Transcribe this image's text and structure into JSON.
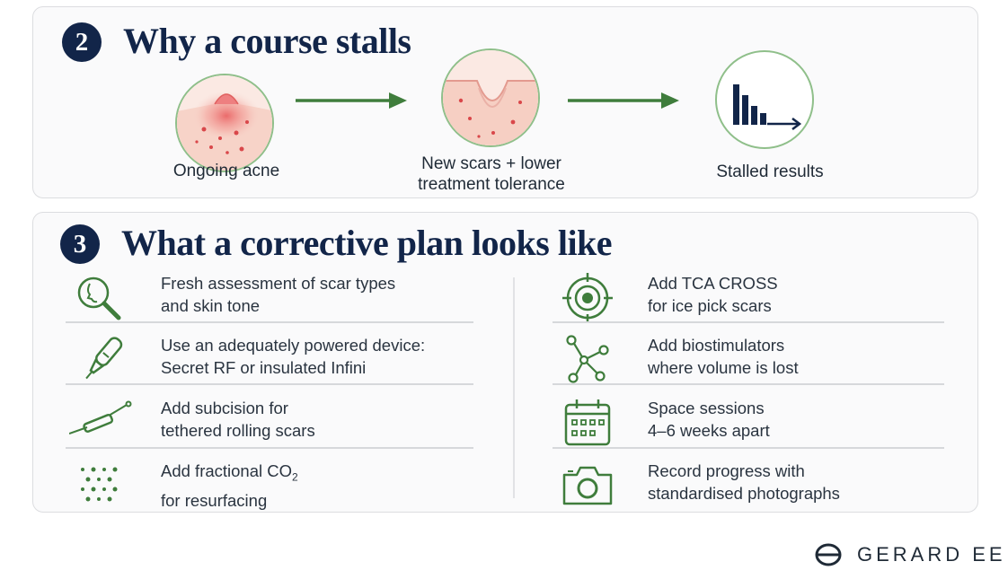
{
  "section_stalls": {
    "number": "2",
    "title": "Why a course stalls",
    "stages": [
      {
        "label_lines": [
          "Ongoing acne"
        ]
      },
      {
        "label_lines": [
          "New scars + lower",
          "treatment tolerance"
        ]
      },
      {
        "label_lines": [
          "Stalled results"
        ]
      }
    ]
  },
  "section_plan": {
    "number": "3",
    "title": "What a corrective plan looks like",
    "left_items": [
      {
        "icon": "magnifier-face-icon",
        "lines": [
          "Fresh assessment of scar types",
          "and skin tone"
        ]
      },
      {
        "icon": "rf-device-icon",
        "lines": [
          "Use an adequately powered device:",
          "Secret RF or insulated Infini"
        ]
      },
      {
        "icon": "subcision-needle-icon",
        "lines": [
          "Add subcision for",
          "tethered rolling scars"
        ]
      },
      {
        "icon": "fractional-dots-icon",
        "lines": [
          "Add fractional CO",
          "for resurfacing"
        ],
        "subscript": "2"
      }
    ],
    "right_items": [
      {
        "icon": "target-icon",
        "lines": [
          "Add TCA CROSS",
          "for ice pick scars"
        ]
      },
      {
        "icon": "molecule-icon",
        "lines": [
          "Add biostimulators",
          "where volume is lost"
        ]
      },
      {
        "icon": "calendar-icon",
        "lines": [
          "Space sessions",
          "4–6 weeks apart"
        ]
      },
      {
        "icon": "camera-icon",
        "lines": [
          "Record progress with",
          "standardised photographs"
        ]
      }
    ]
  },
  "brand": {
    "name": "GERARD EE",
    "icon": "brand-logo-icon"
  },
  "colors": {
    "navy": "#122549",
    "green": "#3f7d3c",
    "circle_border": "#8fbf8a",
    "skin": "#f7d8cf",
    "inflamed": "#e8585a"
  }
}
